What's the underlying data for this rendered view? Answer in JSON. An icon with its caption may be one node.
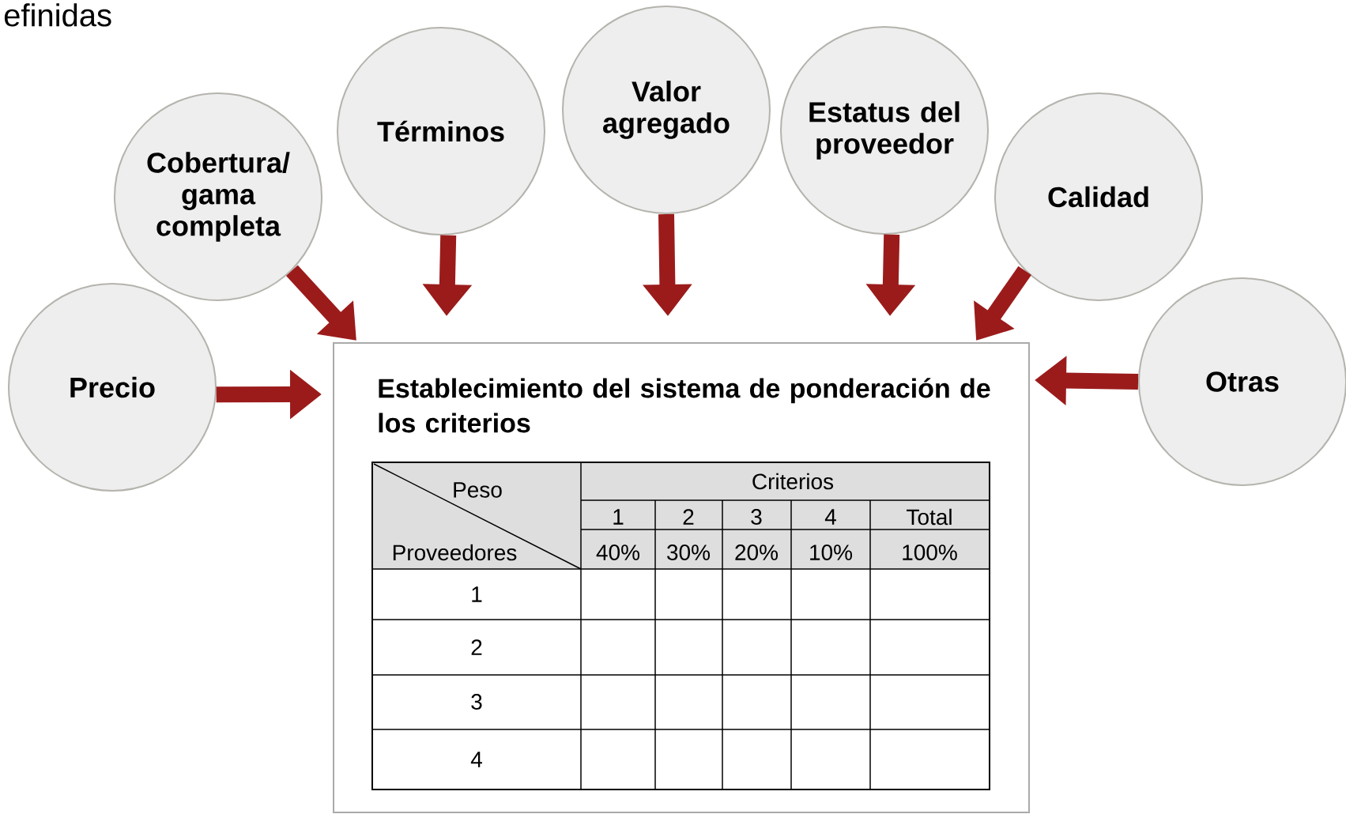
{
  "diagram": {
    "nodes": [
      {
        "text": [
          "Precio"
        ]
      },
      {
        "text": [
          "Cobertura/ gama completa"
        ]
      },
      {
        "text": [
          "Términos"
        ]
      },
      {
        "text": [
          "Valor agregado"
        ]
      },
      {
        "text": [
          "Estatus del proveedor"
        ]
      },
      {
        "text": [
          "Calidad"
        ]
      },
      {
        "text": [
          "Otras"
        ]
      },
      {
        "text": [
          "Establecimiento del sistema de ponderación de los criterios"
        ]
      }
    ],
    "edges": [
      {
        "from": 0,
        "to": 7,
        "arrow": "to"
      },
      {
        "from": 1,
        "to": 7,
        "arrow": "to"
      },
      {
        "from": 2,
        "to": 7,
        "arrow": "to"
      },
      {
        "from": 3,
        "to": 7,
        "arrow": "to"
      },
      {
        "from": 4,
        "to": 7,
        "arrow": "to"
      },
      {
        "from": 5,
        "to": 7,
        "arrow": "to"
      },
      {
        "from": 6,
        "to": 7,
        "arrow": "to"
      }
    ],
    "labels": [
      "efinidas",
      "Peso",
      "Criterios",
      "1",
      "2",
      "3",
      "4",
      "Total",
      "Proveedores",
      "40%",
      "30%",
      "20%",
      "10%",
      "100%",
      "1",
      "2",
      "3",
      "4"
    ]
  }
}
